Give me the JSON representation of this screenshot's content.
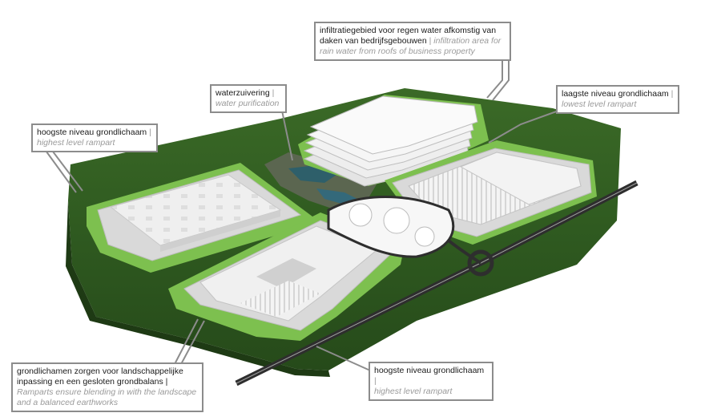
{
  "colors": {
    "grass_dark": "#2f5a20",
    "grass_light": "#4f8a35",
    "rampart": "#7dc04f",
    "pad": "#dcdcdc",
    "building": "#f2f2f2",
    "road": "#3a3a3a",
    "leader": "#8c8c8c"
  },
  "icons": {
    "separator": "|"
  },
  "callouts": {
    "infiltration": {
      "nl": "infiltratiegebied voor regen water afkomstig van daken van bedrijfsgebouwen",
      "en": "infiltration area for rain water from roofs of business property"
    },
    "water": {
      "nl": "waterzuivering",
      "en": "water purification"
    },
    "lowest": {
      "nl": "laagste niveau grondlichaam",
      "en": "lowest level rampart"
    },
    "highest_left": {
      "nl": "hoogste niveau grondlichaam",
      "en": "highest level rampart"
    },
    "highest_bottom": {
      "nl": "hoogste niveau grondlichaam",
      "en": "highest level rampart"
    },
    "ramparts": {
      "nl": "grondlichamen zorgen voor landschappelijke inpassing en een gesloten grondbalans",
      "en": "Ramparts ensure blending in with the landscape and a balanced earthworks"
    }
  }
}
